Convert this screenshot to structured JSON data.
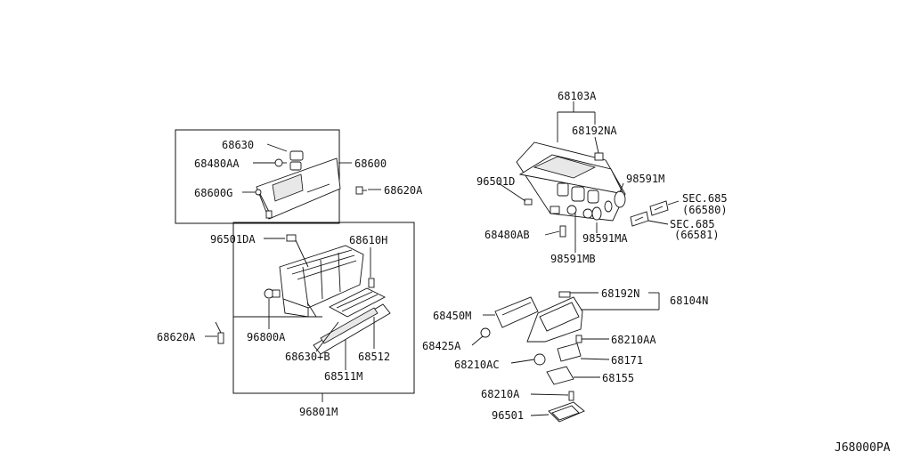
{
  "diagram_code": "J68000PA",
  "labels": {
    "p68103A": "68103A",
    "p68192NA": "68192NA",
    "p96501D": "96501D",
    "p98591M": "98591M",
    "sec685a": "SEC.685",
    "sec685a_ref": "(66580)",
    "sec685b": "SEC.685",
    "sec685b_ref": "(66581)",
    "p68480AB": "68480AB",
    "p98591MA": "98591MA",
    "p98591MB": "98591MB",
    "p68630": "68630",
    "p68480AA": "68480AA",
    "p68600": "68600",
    "p68600G": "68600G",
    "p68620A_top": "68620A",
    "p96501DA": "96501DA",
    "p68610H": "68610H",
    "p68620A_left": "68620A",
    "p96800A": "96800A",
    "p68630B": "68630+B",
    "p68512": "68512",
    "p68511M": "68511M",
    "p96801M": "96801M",
    "p68192N": "68192N",
    "p68104N": "68104N",
    "p68450M": "68450M",
    "p68425A": "68425A",
    "p68210AA": "68210AA",
    "p68210AC": "68210AC",
    "p68171": "68171",
    "p68155": "68155",
    "p68210A": "68210A",
    "p96501": "96501"
  }
}
